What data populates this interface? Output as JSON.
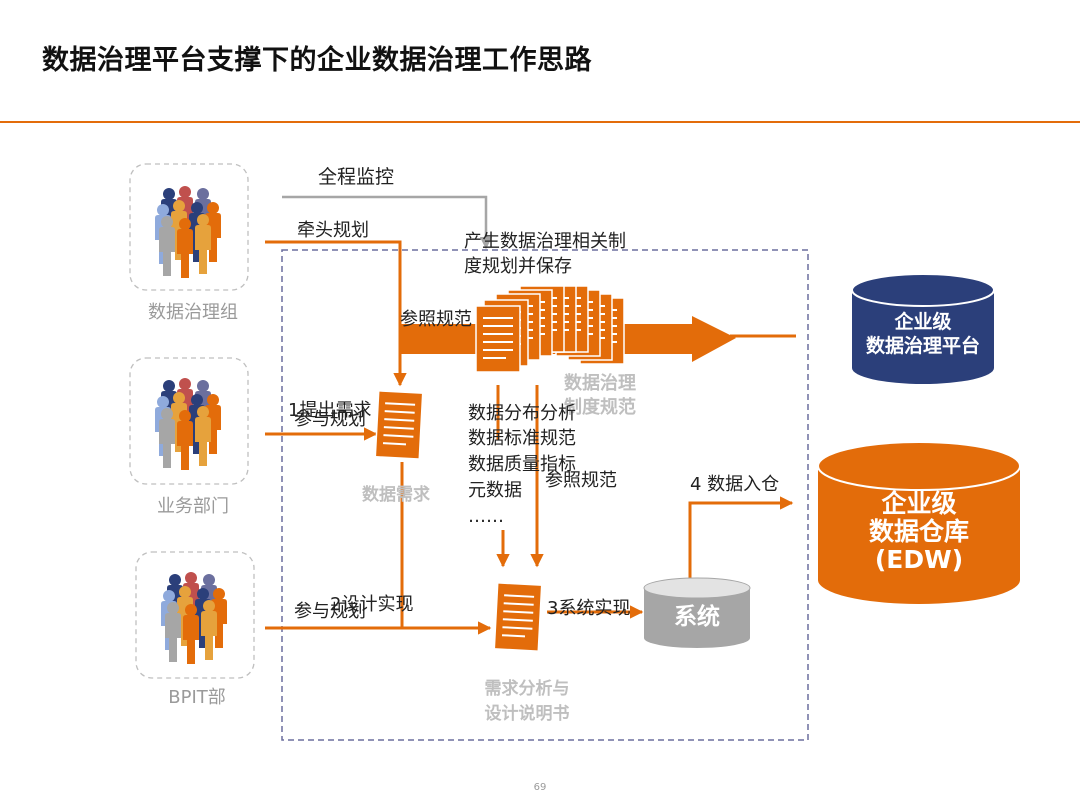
{
  "title": "数据治理平台支撑下的企业数据治理工作思路",
  "page_number": "69",
  "colors": {
    "orange": "#e36c0a",
    "navy": "#2b3f7a",
    "gray_line": "#a6a6a6",
    "gray_text": "#9a9a9a",
    "dashed_border": "#6b6f9e",
    "system_gray": "#a6a6a6"
  },
  "actors": [
    {
      "id": "governance-group",
      "label": "数据治理组",
      "icon": "people-group-icon"
    },
    {
      "id": "business-dept",
      "label": "业务部门",
      "icon": "people-group-icon"
    },
    {
      "id": "bpit-dept",
      "label": "BPIT部",
      "icon": "people-group-icon"
    }
  ],
  "flows": {
    "monitor": "全程监控",
    "lead_plan": "牵头规划",
    "produce_line1": "产生数据治理相关制",
    "produce_line2": "度规划并保存",
    "refer_spec_1": "参照规范",
    "raise_req": "1提出需求",
    "join_plan_1": "参与规划",
    "design_impl": "2设计实现",
    "join_plan_2": "参与规划",
    "sys_impl": "3系统实现",
    "refer_spec_2": "参照规范",
    "into_dw": "4 数据入仓"
  },
  "content_list": [
    "数据分布分析",
    "数据标准规范",
    "数据质量指标",
    "元数据",
    "……"
  ],
  "docs": {
    "governance_specs_1": "数据治理",
    "governance_specs_2": "制度规范",
    "data_req": "数据需求",
    "design_doc_1": "需求分析与",
    "design_doc_2": "设计说明书"
  },
  "system_label": "系统",
  "platform_1": "企业级",
  "platform_2": "数据治理平台",
  "edw_1": "企业级",
  "edw_2": "数据仓库",
  "edw_3": "(EDW)"
}
